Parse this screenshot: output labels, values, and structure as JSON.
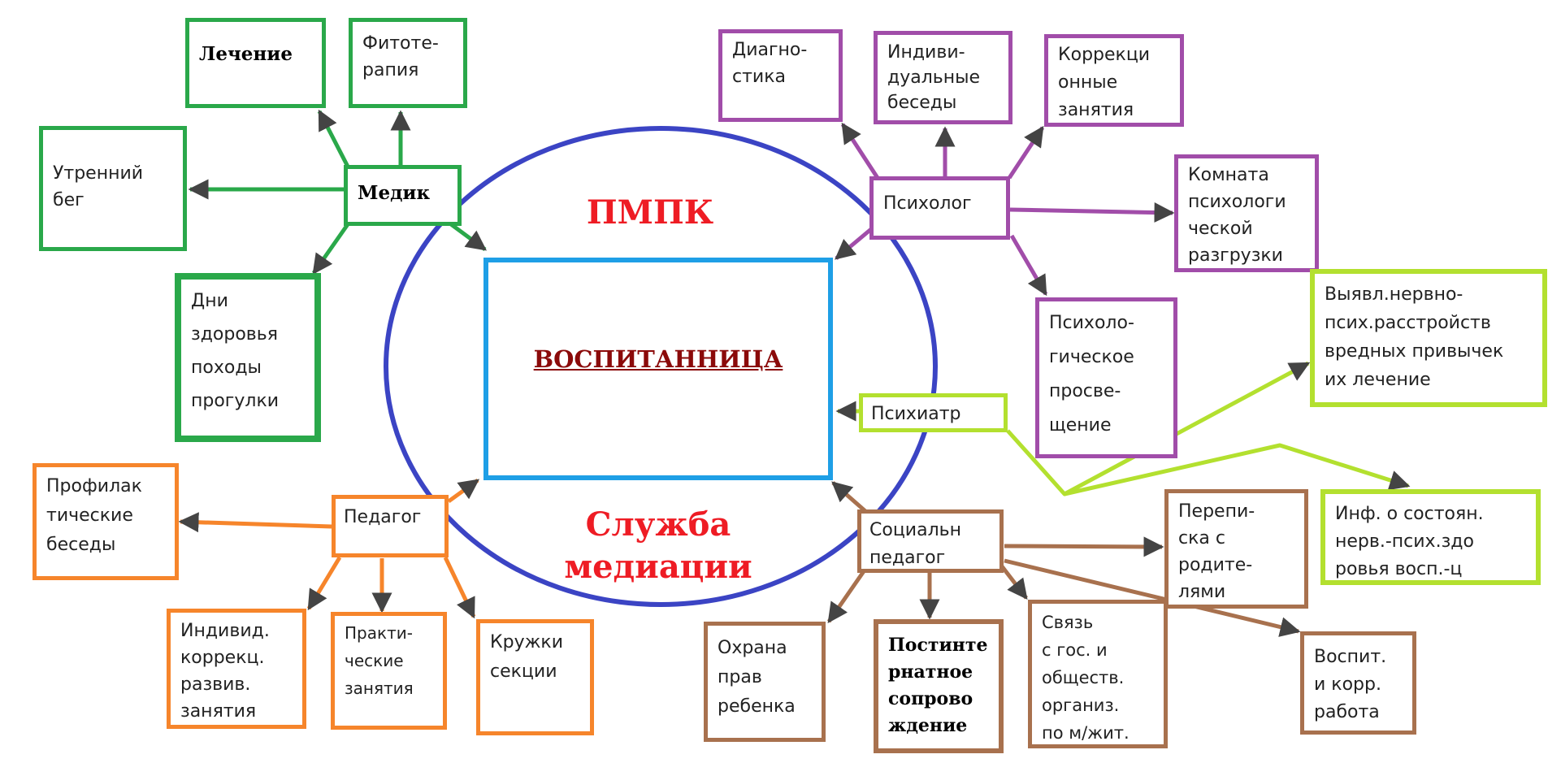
{
  "center": {
    "pmpk": "ПМПК",
    "student": "ВОСПИТАННИЦА",
    "mediation": "Служба\nмедиации"
  },
  "colors": {
    "circle": "#3b44c4",
    "center_box": "#1e9fe6",
    "center_text": "#8b0a0a",
    "big_text": "#ee1c24",
    "medic": "#2aa84a",
    "psychologist": "#a14da9",
    "psychiatrist": "#b3e02f",
    "pedagogue": "#f6852b",
    "social": "#a8714e",
    "arrow": "#444444"
  },
  "groups": {
    "medic": {
      "hub": "Медик",
      "items": [
        "Лечение",
        "Фитоте-\nрапия",
        "Утренний\nбег",
        "Дни\nздоровья\nпоходы\nпрогулки"
      ]
    },
    "psychologist": {
      "hub": "Психолог",
      "items": [
        "Диагно-\nстика",
        "Индиви-\nдуальные\nбеседы",
        "Коррекци\nонные\nзанятия",
        "Комната\nпсихологи\nческой\nразгрузки",
        "Психоло-\nгическое\nпросве-\nщение"
      ]
    },
    "psychiatrist": {
      "hub": "Психиатр",
      "items": [
        "Выявл.нервно-\nпсих.расстройств\nвредных привычек\nих лечение",
        "Инф. о состоян.\nнерв.-псих.здо\nровья восп.-ц"
      ]
    },
    "pedagogue": {
      "hub": "Педагог",
      "items": [
        "Профилак\nтические\nбеседы",
        "Индивид.\nкоррекц.\nразвив.\nзанятия",
        "Практи-\nческие\nзанятия",
        "Кружки\nсекции"
      ]
    },
    "social": {
      "hub": "Социальн\nпедагог",
      "items": [
        "Охрана\nправ\nребенка",
        "Постинте\nрнатное\nсопрово\nждение",
        "Связь\nс гос. и\nобществ.\nорганиз.\nпо м/жит.",
        "Перепи-\nска с\nродите-\nлями",
        "Воспит.\nи корр.\nработа"
      ]
    }
  }
}
